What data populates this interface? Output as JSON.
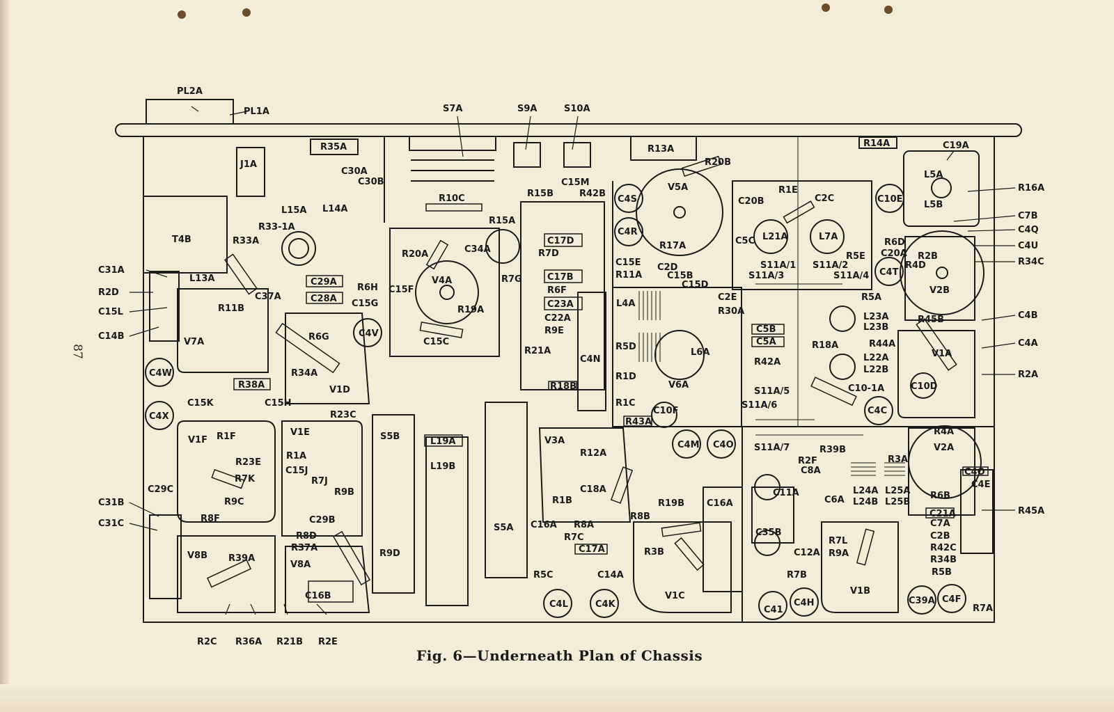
{
  "page_number": "87",
  "caption": "Fig. 6—Underneath Plan of Chassis",
  "labels": {
    "PL2A": "PL2A",
    "PL1A": "PL1A",
    "J1A": "J1A",
    "R35A": "R35A",
    "S7A": "S7A",
    "S9A": "S9A",
    "S10A": "S10A",
    "R13A": "R13A",
    "R14A": "R14A",
    "C19A": "C19A",
    "R20B": "R20B",
    "V5A": "V5A",
    "C4S": "C4S",
    "C4R": "C4R",
    "C20B": "C20B",
    "R1E": "R1E",
    "C2C": "C2C",
    "C10E": "C10E",
    "L5A": "L5A",
    "L5B": "L5B",
    "R16A": "R16A",
    "C7B": "C7B",
    "C4Q": "C4Q",
    "C4U": "C4U",
    "R34C": "R34C",
    "T4B": "T4B",
    "L15A": "L15A",
    "L14A": "L14A",
    "C30A": "C30A",
    "C30B": "C30B",
    "R10C": "R10C",
    "R15B": "R15B",
    "C15M": "C15M",
    "R42B": "R42B",
    "R15A": "R15A",
    "C17D": "C17D",
    "R7D": "R7D",
    "C17B": "C17B",
    "R7G": "R7G",
    "R6F": "R6F",
    "C23A": "C23A",
    "C22A": "C22A",
    "R9E": "R9E",
    "R21A": "R21A",
    "R18B": "R18B",
    "C4N": "C4N",
    "R33A": "R33A",
    "R33-1A": "R33-1A",
    "C31A": "C31A",
    "R2D": "R2D",
    "C15L": "C15L",
    "C14B": "C14B",
    "L13A": "L13A",
    "C37A": "C37A",
    "C29A": "C29A",
    "C28A": "C28A",
    "R6H": "R6H",
    "R11B": "R11B",
    "C15G": "C15G",
    "R6G": "R6G",
    "C4V": "C4V",
    "V7A": "V7A",
    "C4W": "C4W",
    "R34A": "R34A",
    "R38A": "R38A",
    "V1D": "V1D",
    "C15K": "C15K",
    "C15H": "C15H",
    "C4X": "C4X",
    "R20A": "R20A",
    "C34A": "C34A",
    "V4A": "V4A",
    "C15F": "C15F",
    "R19A": "R19A",
    "C15C": "C15C",
    "C15E": "C15E",
    "R11A": "R11A",
    "R17A": "R17A",
    "C2D": "C2D",
    "C15B": "C15B",
    "C15D": "C15D",
    "L4A": "L4A",
    "C2E": "C2E",
    "R30A": "R30A",
    "R5D": "R5D",
    "L6A": "L6A",
    "R1D": "R1D",
    "V6A": "V6A",
    "R1C": "R1C",
    "C10F": "C10F",
    "R43A": "R43A",
    "C5C": "C5C",
    "L21A": "L21A",
    "L7A": "L7A",
    "R5E": "R5E",
    "S11A/1": "S11A/1",
    "S11A/2": "S11A/2",
    "S11A/3": "S11A/3",
    "S11A/4": "S11A/4",
    "C5B": "C5B",
    "C5A": "C5A",
    "R42A": "R42A",
    "S11A/5": "S11A/5",
    "S11A/6": "S11A/6",
    "R6D": "R6D",
    "C20A": "C20A",
    "R2B": "R2B",
    "R4D": "R4D",
    "C4T": "C4T",
    "V2B": "V2B",
    "R5A": "R5A",
    "L23A": "L23A",
    "L23B": "L23B",
    "R18A": "R18A",
    "R45B": "R45B",
    "C4B": "C4B",
    "R44A": "R44A",
    "L22A": "L22A",
    "L22B": "L22B",
    "C4A": "C4A",
    "V1A": "V1A",
    "R2A": "R2A",
    "C10-1A": "C10-1A",
    "C10D": "C10D",
    "C4C": "C4C",
    "V1F": "V1F",
    "R1F": "R1F",
    "R23E": "R23E",
    "R7K": "R7K",
    "R9C": "R9C",
    "C29C": "C29C",
    "C31B": "C31B",
    "C31C": "C31C",
    "R8F": "R8F",
    "V1E": "V1E",
    "R1A": "R1A",
    "R23C": "R23C",
    "C15J": "C15J",
    "R7J": "R7J",
    "R9B": "R9B",
    "C29B": "C29B",
    "R8D": "R8D",
    "R37A": "R37A",
    "V8A": "V8A",
    "R9D": "R9D",
    "C16B": "C16B",
    "V8B": "V8B",
    "R39A": "R39A",
    "S5B": "S5B",
    "L19A": "L19A",
    "L19B": "L19B",
    "S5A": "S5A",
    "V3A": "V3A",
    "R12A": "R12A",
    "C18A": "C18A",
    "R1B": "R1B",
    "R8B": "R8B",
    "R8A": "R8A",
    "C16A": "C16A",
    "R7C": "R7C",
    "C17A": "C17A",
    "R5C": "R5C",
    "C14A": "C14A",
    "C4L": "C4L",
    "C4K": "C4K",
    "C4M": "C4M",
    "C4O": "C4O",
    "R19B": "R19B",
    "C16A2": "C16A",
    "R3B": "R3B",
    "V1C": "V1C",
    "S11A/7": "S11A/7",
    "R4A": "R4A",
    "V2A": "V2A",
    "R39B": "R39B",
    "R2F": "R2F",
    "C8A": "C8A",
    "R3A": "R3A",
    "C11A": "C11A",
    "C6A": "C6A",
    "L24A": "L24A",
    "L24B": "L24B",
    "L25A": "L25A",
    "L25B": "L25B",
    "R6B": "R6B",
    "C4O2": "C4O",
    "C4E": "C4E",
    "C21A": "C21A",
    "C7A": "C7A",
    "C2B": "C2B",
    "R45A": "R45A",
    "C35B": "C35B",
    "C12A": "C12A",
    "R7L": "R7L",
    "R9A": "R9A",
    "R42C": "R42C",
    "R34B": "R34B",
    "R7B": "R7B",
    "V1B": "V1B",
    "R5B": "R5B",
    "C41": "C41",
    "C4H": "C4H",
    "C39A": "C39A",
    "C4F": "C4F",
    "R7A": "R7A",
    "R2C": "R2C",
    "R36A": "R36A",
    "R21B": "R21B",
    "R2E": "R2E"
  }
}
